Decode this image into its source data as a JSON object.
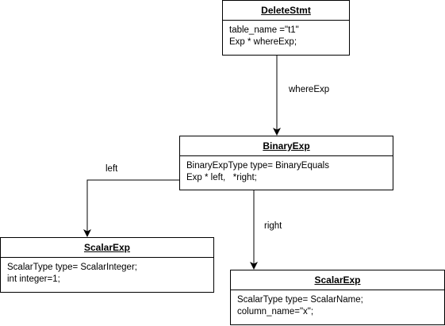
{
  "nodes": {
    "delete_stmt": {
      "title": "DeleteStmt",
      "lines": [
        "table_name =\"t1\"",
        "Exp * whereExp;"
      ]
    },
    "binary_exp": {
      "title": "BinaryExp",
      "lines": [
        "BinaryExpType type= BinaryEquals",
        "Exp * left,   *right;"
      ]
    },
    "scalar_exp_left": {
      "title": "ScalarExp",
      "lines": [
        "ScalarType type= ScalarInteger;",
        "int integer=1;"
      ]
    },
    "scalar_exp_right": {
      "title": "ScalarExp",
      "lines": [
        "ScalarType type= ScalarName;",
        "column_name=\"x\";"
      ]
    }
  },
  "edges": [
    {
      "from": "delete_stmt",
      "to": "binary_exp",
      "label": "whereExp"
    },
    {
      "from": "binary_exp",
      "to": "scalar_exp_left",
      "label": "left"
    },
    {
      "from": "binary_exp",
      "to": "scalar_exp_right",
      "label": "right"
    }
  ]
}
